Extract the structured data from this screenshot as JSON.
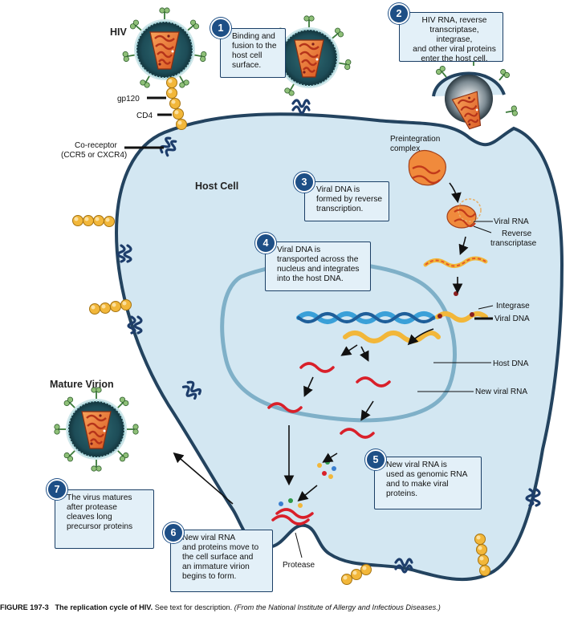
{
  "labels": {
    "hiv": "HIV",
    "gp120": "gp120",
    "cd4": "CD4",
    "coreceptor_line1": "Co-receptor",
    "coreceptor_line2": "(CCR5 or CXCR4)",
    "host_cell": "Host Cell",
    "preintegration_line1": "Preintegration",
    "preintegration_line2": "complex",
    "viral_rna": "Viral RNA",
    "reverse_transcriptase_line1": "Reverse",
    "reverse_transcriptase_line2": "transcriptase",
    "integrase": "Integrase",
    "viral_dna": "Viral DNA",
    "host_dna": "Host DNA",
    "new_viral_rna": "New viral RNA",
    "mature_virion": "Mature Virion",
    "protease": "Protease"
  },
  "steps": [
    {
      "number": "1",
      "lines": [
        "Binding and",
        "fusion to the",
        "host cell",
        "surface."
      ]
    },
    {
      "number": "2",
      "lines": [
        "HIV RNA, reverse",
        "transcriptase, integrase,",
        "and other viral proteins",
        "enter the host cell."
      ]
    },
    {
      "number": "3",
      "lines": [
        "Viral DNA is",
        "formed by reverse",
        "transcription."
      ]
    },
    {
      "number": "4",
      "lines": [
        "Viral DNA is",
        "transported across the",
        "nucleus and integrates",
        "into the host DNA."
      ]
    },
    {
      "number": "5",
      "lines": [
        "New viral RNA is",
        "used as genomic RNA",
        "and to make viral",
        "proteins."
      ]
    },
    {
      "number": "6",
      "lines": [
        "New viral RNA",
        "and proteins move to",
        "the cell surface and",
        "an immature virion",
        "begins to form."
      ]
    },
    {
      "number": "7",
      "lines": [
        "The virus matures",
        "after protease",
        "cleaves long",
        "precursor proteins"
      ]
    }
  ],
  "caption": {
    "figure": "FIGURE 197-3",
    "title": "The replication cycle of HIV.",
    "text": "See text for description.",
    "source": "(From the National Institute of Allergy and Infectious Diseases.)"
  },
  "colors": {
    "cell_fill": "#d3e7f2",
    "cell_border": "#23435f",
    "nucleus_border": "#7fb0c8",
    "step_box": "#e3f0f8",
    "step_number": "#1e4f86",
    "viral_rna": "#d9202a",
    "receptor": "#f2b73a",
    "virion_envelope": "#1c4a55",
    "capsid": "#e8702a"
  },
  "icons": [
    "hiv-virion-icon",
    "receptor-chain-icon",
    "coreceptor-icon",
    "rna-strand-icon",
    "dna-helix-icon",
    "arrow-icon"
  ]
}
